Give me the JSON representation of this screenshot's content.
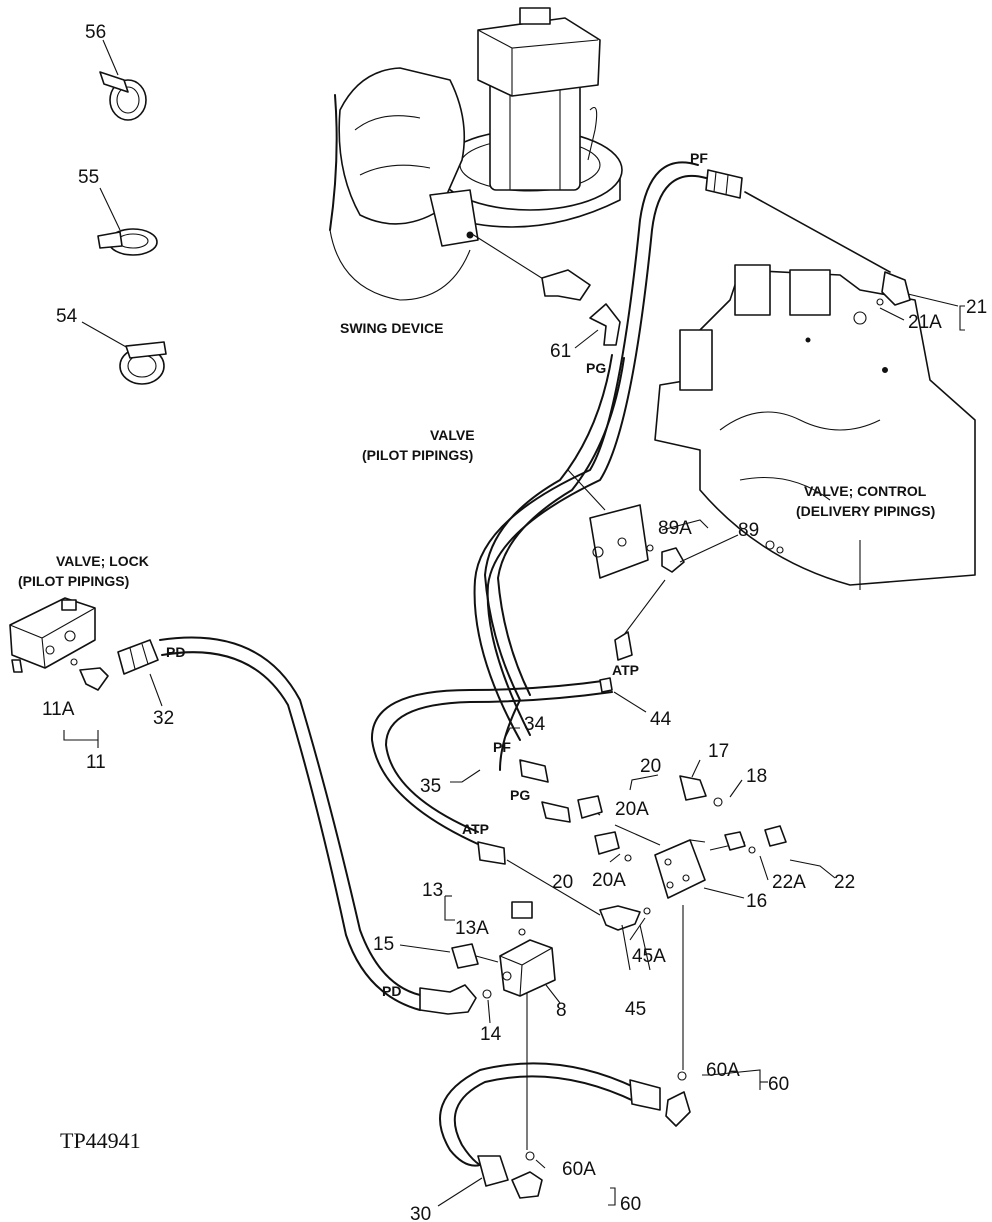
{
  "drawing_id": "TP44941",
  "titles": {
    "swing_device": "SWING DEVICE",
    "valve_pilot_line1": "VALVE",
    "valve_pilot_line2": "(PILOT PIPINGS)",
    "valve_control_line1": "VALVE; CONTROL",
    "valve_control_line2": "(DELIVERY PIPINGS)",
    "valve_lock_line1": "VALVE; LOCK",
    "valve_lock_line2": "(PILOT PIPINGS)"
  },
  "port_labels": {
    "pf_top": "PF",
    "pg_top": "PG",
    "pd_top": "PD",
    "pf_mid": "PF",
    "pg_mid": "PG",
    "atp_upper": "ATP",
    "atp_lower": "ATP",
    "pd_bottom": "PD"
  },
  "callouts": {
    "c56": "56",
    "c55": "55",
    "c54": "54",
    "c61": "61",
    "c21": "21",
    "c21a": "21A",
    "c89a": "89A",
    "c89": "89",
    "c11a": "11A",
    "c11": "11",
    "c32": "32",
    "c44": "44",
    "c34": "34",
    "c35": "35",
    "c17": "17",
    "c18": "18",
    "c20_top": "20",
    "c20a_top": "20A",
    "c20_bot": "20",
    "c20a_bot": "20A",
    "c22a": "22A",
    "c22": "22",
    "c16": "16",
    "c13": "13",
    "c13a": "13A",
    "c15": "15",
    "c8": "8",
    "c14": "14",
    "c45a": "45A",
    "c45": "45",
    "c60a_top": "60A",
    "c60_top": "60",
    "c60a_bot": "60A",
    "c60_bot": "60",
    "c30": "30"
  }
}
